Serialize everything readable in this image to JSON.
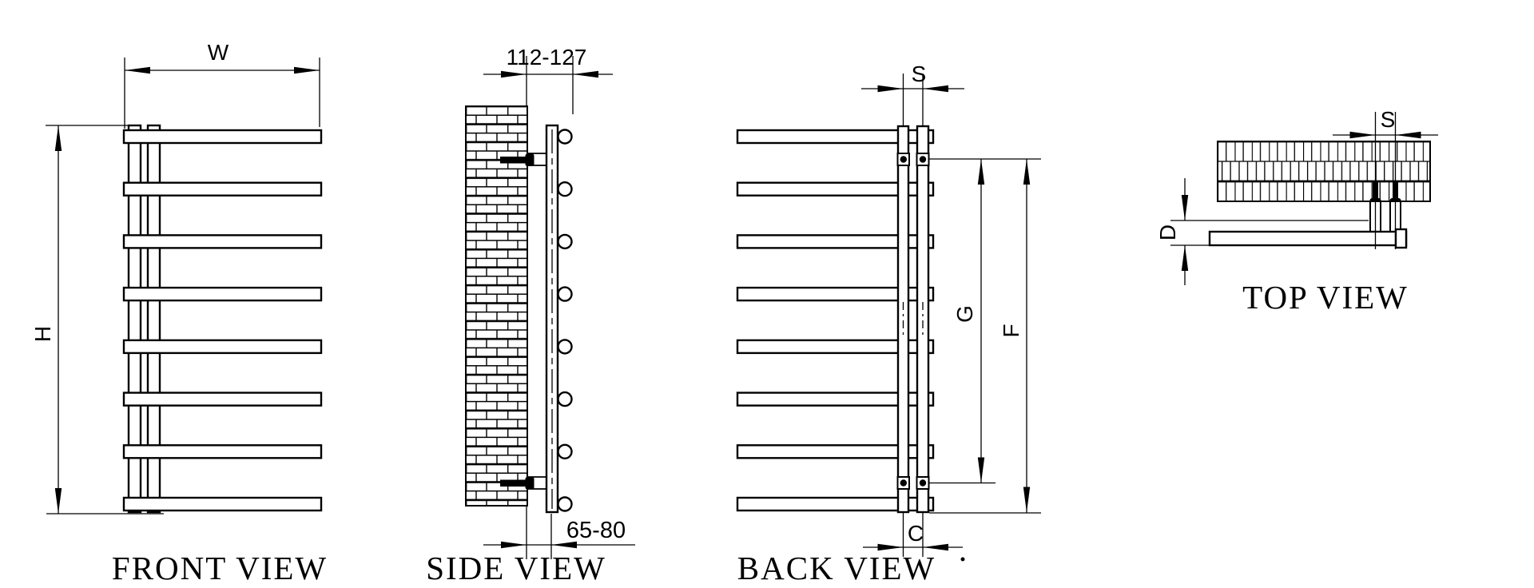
{
  "drawing": {
    "background": "#ffffff",
    "line_color": "#000000",
    "views": {
      "front": {
        "title": "FRONT VIEW",
        "dims": {
          "width": "W",
          "height": "H"
        },
        "rail_count": 8,
        "riser_count": 2
      },
      "side": {
        "title": "SIDE VIEW",
        "dims": {
          "wall_offset": "112-127",
          "lower_wall_offset": "65-80"
        },
        "rail_end_count": 8,
        "fixing_count": 2
      },
      "back": {
        "title": "BACK VIEW",
        "dims": {
          "riser_pitch_top": "S",
          "bracket_span": "G",
          "overall_height": "F",
          "riser_pitch_bottom": "C"
        },
        "rail_count": 8,
        "bracket_count": 4
      },
      "top": {
        "title": "TOP VIEW",
        "dims": {
          "riser_pitch": "S",
          "depth": "D"
        },
        "screw_count": 2
      }
    }
  }
}
